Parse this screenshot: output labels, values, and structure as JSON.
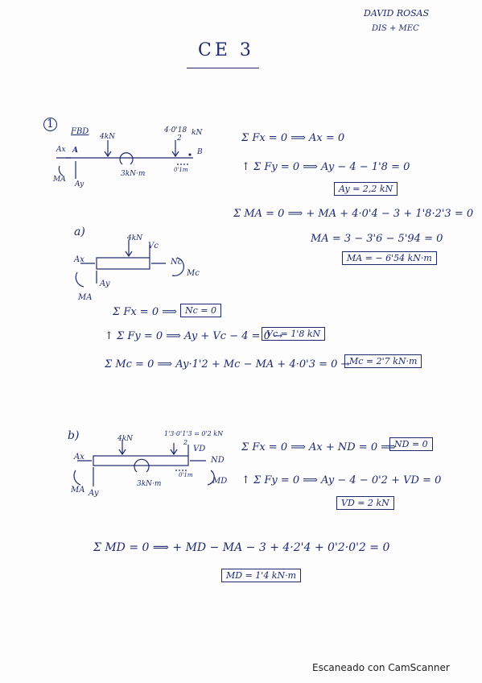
{
  "header": {
    "author": "DAVID ROSAS",
    "course": "DIS + MEC",
    "title": "CE 3"
  },
  "problem1": {
    "number": "1",
    "fbd_label": "FBD",
    "diagram_labels": {
      "load_left": "4kN",
      "load_right_top": "4·0'18",
      "load_right_bottom": "2",
      "load_right_unit": "kN",
      "point_a": "A",
      "point_b": "B",
      "ax": "Ax",
      "ay": "Ay",
      "ma": "MA",
      "moment": "3kN·m",
      "dist": "0'1m"
    },
    "eq_fx": "Σ Fx = 0 ⟹ Ax = 0",
    "eq_fy": "↑ Σ Fy = 0 ⟹ Ay − 4 − 1'8 = 0",
    "ans_ay": "Ay = 2,2 kN",
    "eq_ma": "Σ MA = 0 ⟹ + MA + 4·0'4 − 3 + 1'8·2'3 = 0",
    "eq_ma2": "MA = 3 − 3'6 − 5'94 = 0",
    "ans_ma": "MA = − 6'54 kN·m"
  },
  "part_a": {
    "label": "a)",
    "diagram_labels": {
      "load": "4kN",
      "ax": "Ax",
      "ay": "Ay",
      "ma": "MA",
      "vc": "Vc",
      "nc": "Nc",
      "mc": "Mc"
    },
    "eq_fx": "Σ Fx = 0 ⟹",
    "ans_nc": "Nc = 0",
    "eq_fy": "↑ Σ Fy = 0 ⟹ Ay + Vc − 4 = 0 →",
    "ans_vc": "Vc = 1'8 kN",
    "eq_mc": "Σ Mc = 0 ⟹ Ay·1'2 + Mc − MA + 4·0'3 = 0 →",
    "ans_mc": "Mc = 2'7 kN·m"
  },
  "part_b": {
    "label": "b)",
    "diagram_labels": {
      "load": "4kN",
      "load2_top": "1'3·0'1'3 = 0'2 kN",
      "load2_bottom": "2",
      "ax": "Ax",
      "ay": "Ay",
      "ma": "MA",
      "moment": "3kN·m",
      "vd": "VD",
      "nd": "ND",
      "md": "MD",
      "dist": "0'1m"
    },
    "eq_fx": "Σ Fx = 0 ⟹ Ax + ND = 0 ⟹",
    "ans_nd": "ND = 0",
    "eq_fy": "↑ Σ Fy = 0 ⟹ Ay − 4 − 0'2 + VD = 0",
    "ans_vd": "VD = 2 kN",
    "eq_md": "Σ MD = 0 ⟹ + MD − MA − 3 + 4·2'4 + 0'2·0'2 = 0",
    "ans_md": "MD = 1'4 kN·m"
  },
  "footer": {
    "scanner": "Escaneado con CamScanner"
  }
}
